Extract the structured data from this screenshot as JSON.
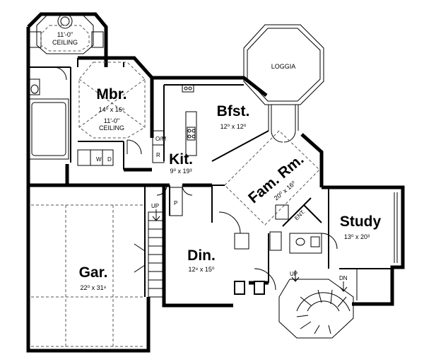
{
  "rooms": {
    "mbr": {
      "name": "Mbr.",
      "dim": "14⁰ x 16⁶",
      "ceiling_line1": "11'-0\"",
      "ceiling_line2": "CEILING"
    },
    "bath_ceiling": {
      "line1": "11'-0\"",
      "line2": "CEILING"
    },
    "loggia": {
      "name": "LOGGIA"
    },
    "bfst": {
      "name": "Bfst.",
      "dim": "12⁰ x 12⁰"
    },
    "kit": {
      "name": "Kit.",
      "dim": "9⁰ x 19³"
    },
    "fam": {
      "name": "Fam. Rm.",
      "dim": "20⁰ x 16⁰"
    },
    "study": {
      "name": "Study",
      "dim": "13⁰ x 20³"
    },
    "din": {
      "name": "Din.",
      "dim": "12⁸ x 15⁰"
    },
    "gar": {
      "name": "Gar.",
      "dim": "22⁰ x 31⁸"
    }
  },
  "labels": {
    "om": "O/M",
    "r": "R",
    "w": "W",
    "d": "D",
    "p": "P",
    "up_kitchen": "UP",
    "up_foyer": "UP",
    "dn": "DN",
    "ent": "ENT."
  }
}
